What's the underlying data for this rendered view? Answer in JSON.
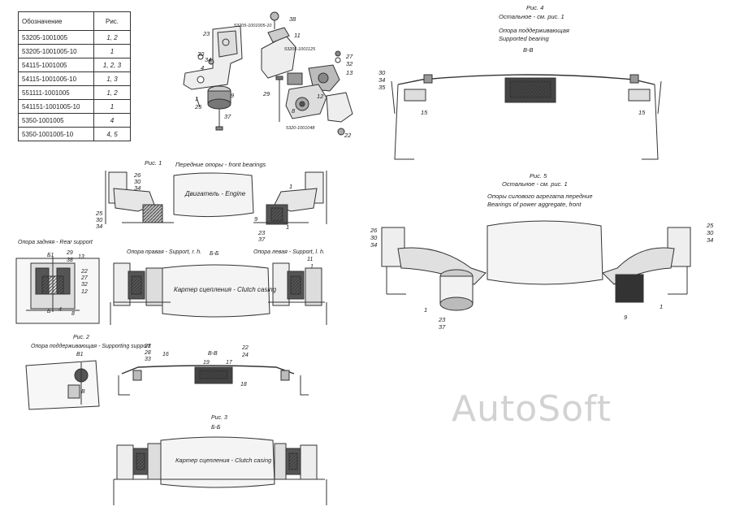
{
  "table": {
    "header": [
      "Обозначение",
      "Рис."
    ],
    "rows": [
      [
        "53205-1001005",
        "1, 2"
      ],
      [
        "53205-1001005-10",
        "1"
      ],
      [
        "54115-1001005",
        "1, 2, 3"
      ],
      [
        "54115-1001005-10",
        "1, 3"
      ],
      [
        "551111-1001005",
        "1, 2"
      ],
      [
        "541151-1001005-10",
        "1"
      ],
      [
        "5350-1001005",
        "4"
      ],
      [
        "5350-1001005-10",
        "4, 5"
      ]
    ]
  },
  "exploded": {
    "code_top": "53205-1001005-10",
    "code_mid": "53205-1001125",
    "code_bottom": "5320-1001048",
    "left_nums": [
      "23",
      "30",
      "34",
      "4",
      "1",
      "25",
      "9",
      "37"
    ],
    "right_nums": [
      "38",
      "11",
      "27",
      "32",
      "13",
      "29",
      "12",
      "8",
      "22"
    ]
  },
  "fig1": {
    "caption": "Рис. 1",
    "title": "Передние опоры - front bearings",
    "engine_label": "Двигатель - Engine",
    "left_nums": [
      "26",
      "30",
      "34"
    ],
    "left_low_nums": [
      "25",
      "30",
      "34"
    ],
    "right_nums": [
      "1"
    ],
    "right_low_nums": [
      "9",
      "23",
      "37",
      "1"
    ]
  },
  "rear": {
    "title": "Опора задняя - Rear support",
    "b1": "Б1",
    "b": "Б",
    "nums_top": [
      "29",
      "38"
    ],
    "nums_right": [
      "13",
      "22",
      "27",
      "32",
      "12"
    ],
    "nums_bottom": [
      "4",
      "8"
    ]
  },
  "support_right": "Опора правая - Support, r. h.",
  "support_left": "Опора левая - Support, l. h.",
  "bb_mark": "Б-Б",
  "clutch_label": "Картер сцепления - Clutch casing",
  "left_side_nums": [
    "11",
    "1"
  ],
  "fig2": {
    "caption": "Рис. 2",
    "title": "Опора поддерживающая - Supporting support",
    "v1": "В1",
    "v": "В",
    "section": "В-В",
    "nums_left": [
      "23",
      "28",
      "33"
    ],
    "nums_top": [
      "16",
      "19",
      "17",
      "22",
      "24"
    ],
    "num_bottom": "18"
  },
  "fig3": {
    "caption": "Рис. 3",
    "mark": "Б-Б",
    "clutch_label": "Картер сцепления - Clutch casing"
  },
  "fig4": {
    "caption": "Рис. 4",
    "note": "Остальное - см. рис. 1",
    "title_ru": "Опора поддерживающая",
    "title_en": "Supported bearing",
    "mark": "В-В",
    "nums_left": [
      "30",
      "34",
      "35"
    ],
    "num_15_left": "15",
    "num_15_right": "15"
  },
  "fig5": {
    "caption": "Рис. 5",
    "note": "Остальное - см. рис. 1",
    "title_ru": "Опоры силового агрегата передние",
    "title_en": "Bearings of power aggregate, front",
    "nums_left": [
      "26",
      "30",
      "34"
    ],
    "nums_right": [
      "25",
      "30",
      "34"
    ],
    "nums_bottom_left": [
      "1",
      "23",
      "37"
    ],
    "nums_bottom_right": [
      "9",
      "1"
    ]
  },
  "watermark": "AutoSoft"
}
